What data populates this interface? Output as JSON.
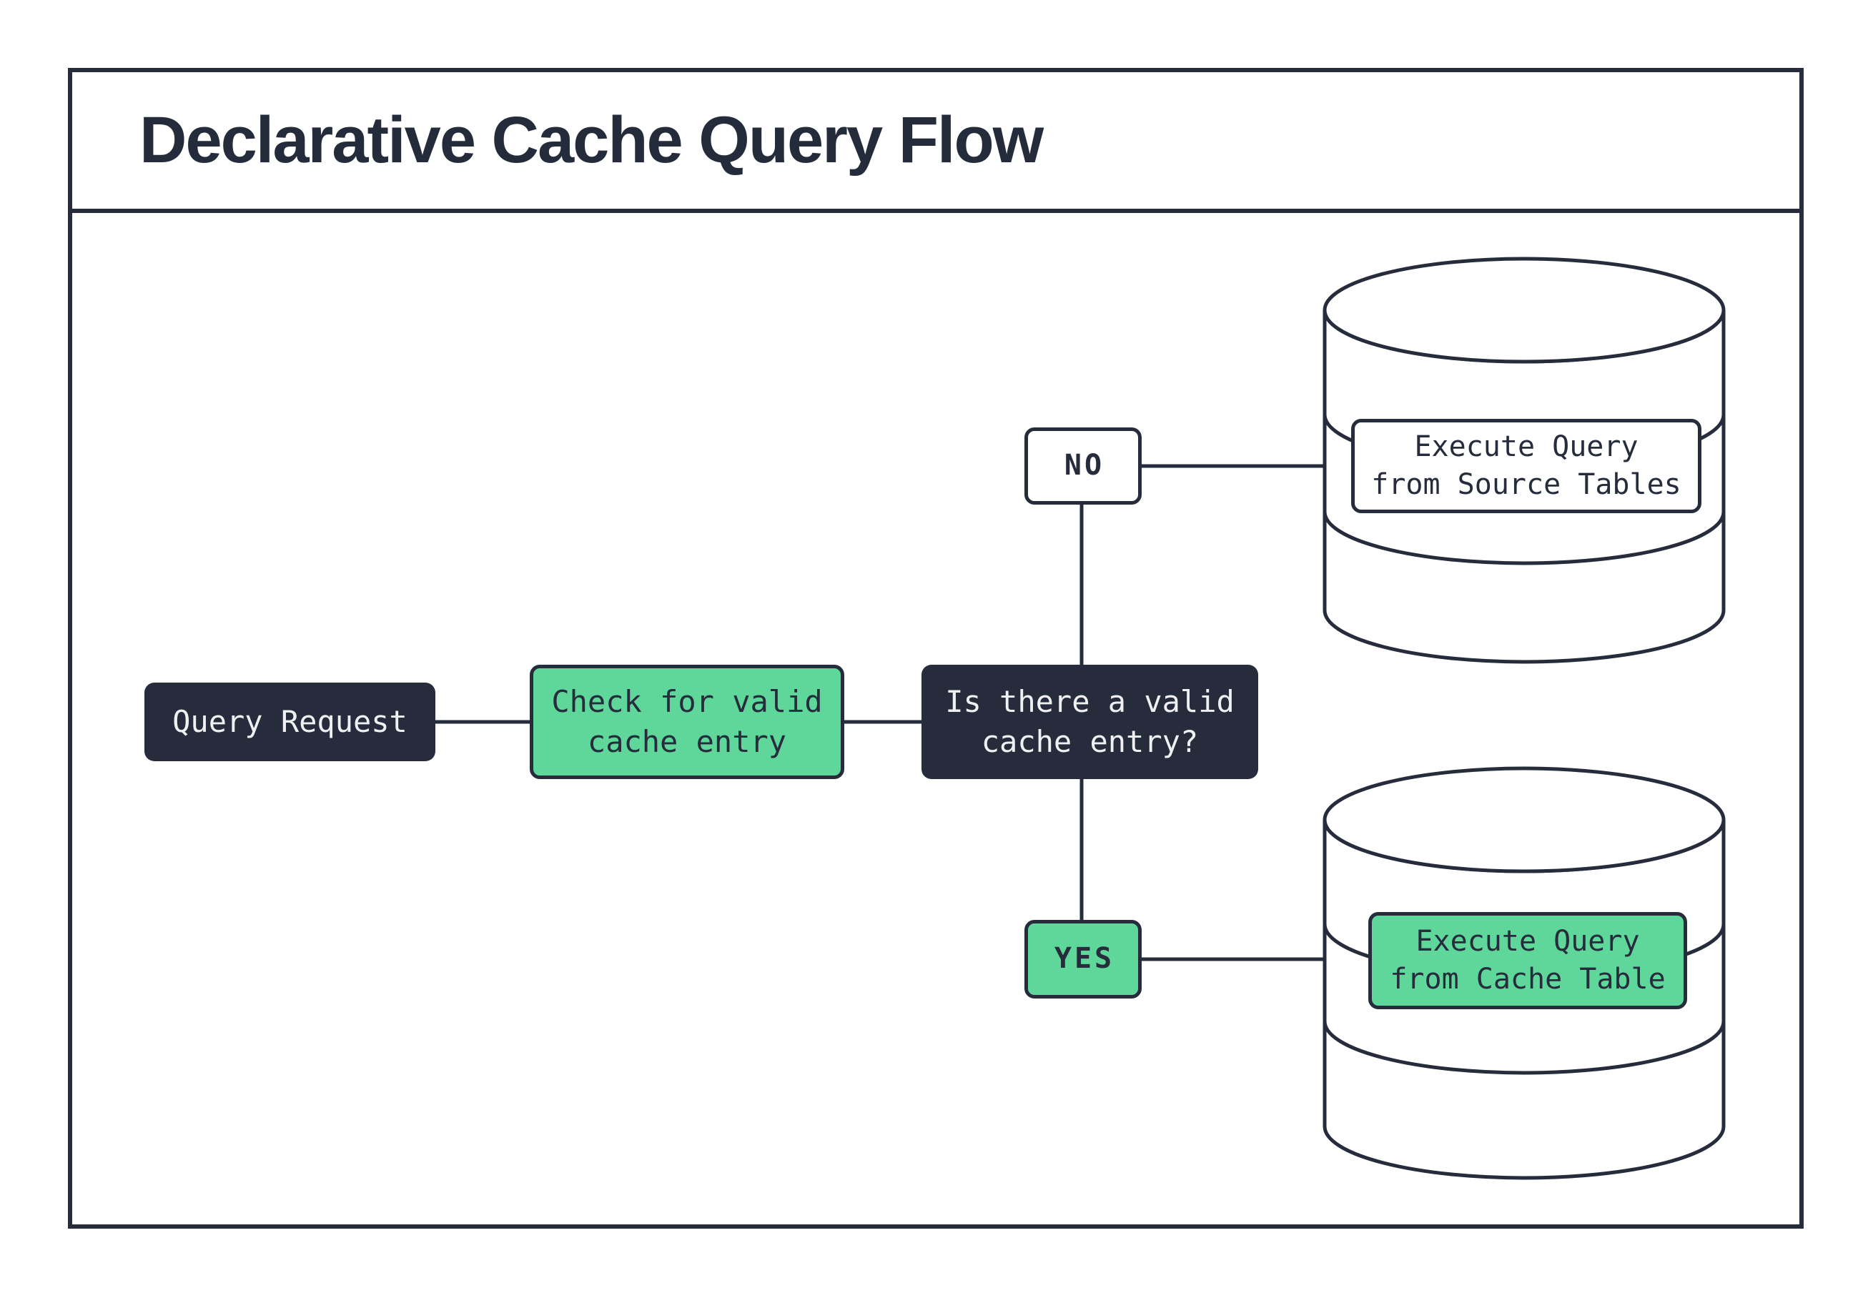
{
  "title": "Declarative Cache Query Flow",
  "colors": {
    "ink_navy": "#262c3c",
    "accent_green": "#5fd79b",
    "background": "#ffffff",
    "light_text": "#eef0f2"
  },
  "nodes": {
    "query_request": "Query Request",
    "check_cache": "Check for valid\ncache entry",
    "decision": "Is there a valid\ncache entry?",
    "edge_no": "NO",
    "edge_yes": "YES",
    "source_db": "Execute Query\nfrom Source Tables",
    "cache_db": "Execute Query\nfrom Cache Table"
  }
}
